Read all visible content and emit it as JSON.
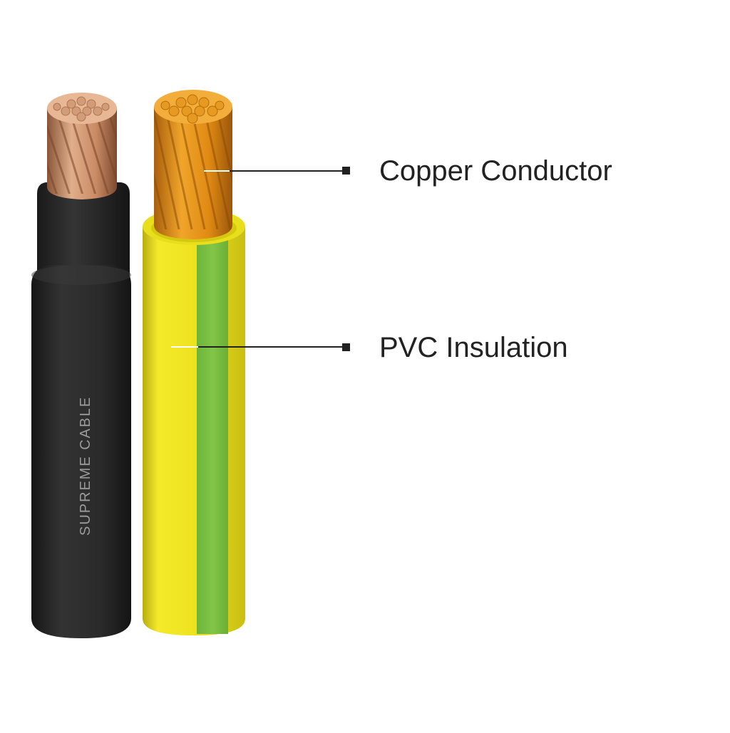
{
  "labels": {
    "copper": "Copper Conductor",
    "pvc": "PVC Insulation"
  },
  "cable": {
    "brand_print": "SUPREME CABLE"
  },
  "colors": {
    "background": "#ffffff",
    "black_sheath": "#2b2b2b",
    "copper": "#d9a07c",
    "tinned_copper": "#e8951e",
    "insulation_yellow": "#f2e61c",
    "insulation_green": "#7cc242",
    "leader_line": "#222222",
    "print": "#9a9a9a"
  },
  "icons": {
    "bullet": "square-bullet-icon"
  }
}
